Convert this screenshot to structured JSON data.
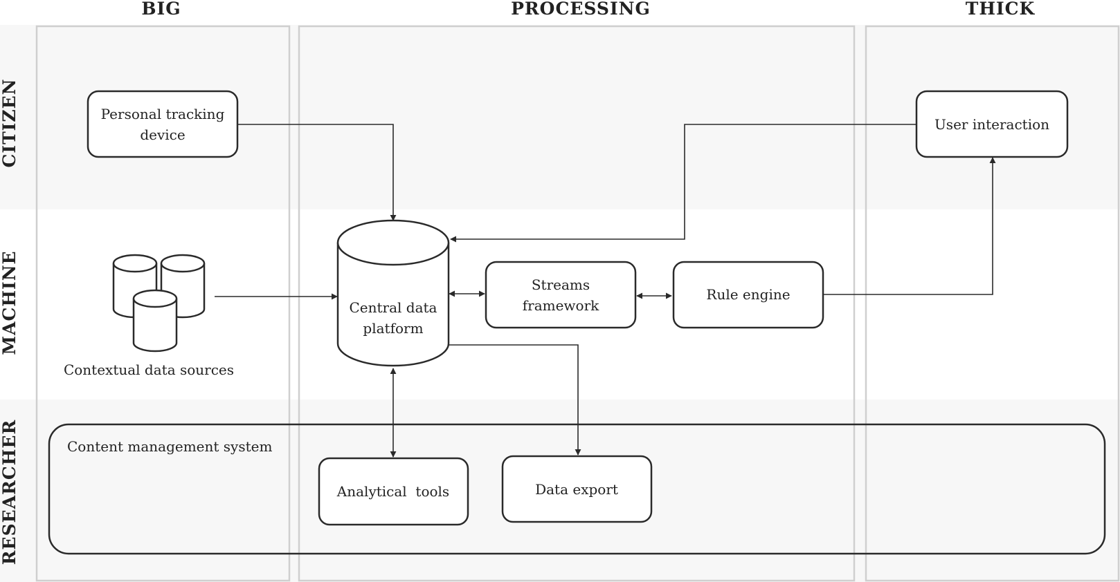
{
  "columns": {
    "big": "BIG",
    "processing": "PROCESSING",
    "thick": "THICK"
  },
  "rows": {
    "citizen": "CITIZEN",
    "machine": "MACHINE",
    "researcher": "RESEARCHER"
  },
  "nodes": {
    "personal_tracking_device": [
      "Personal tracking",
      "device"
    ],
    "user_interaction": "User interaction",
    "contextual_data_sources": "Contextual data sources",
    "central_data_platform": [
      "Central data",
      "platform"
    ],
    "streams_framework": [
      "Streams",
      "framework"
    ],
    "rule_engine": "Rule engine",
    "content_management_system": "Content management system",
    "analytical_tools": "Analytical  tools",
    "data_export": "Data export"
  }
}
